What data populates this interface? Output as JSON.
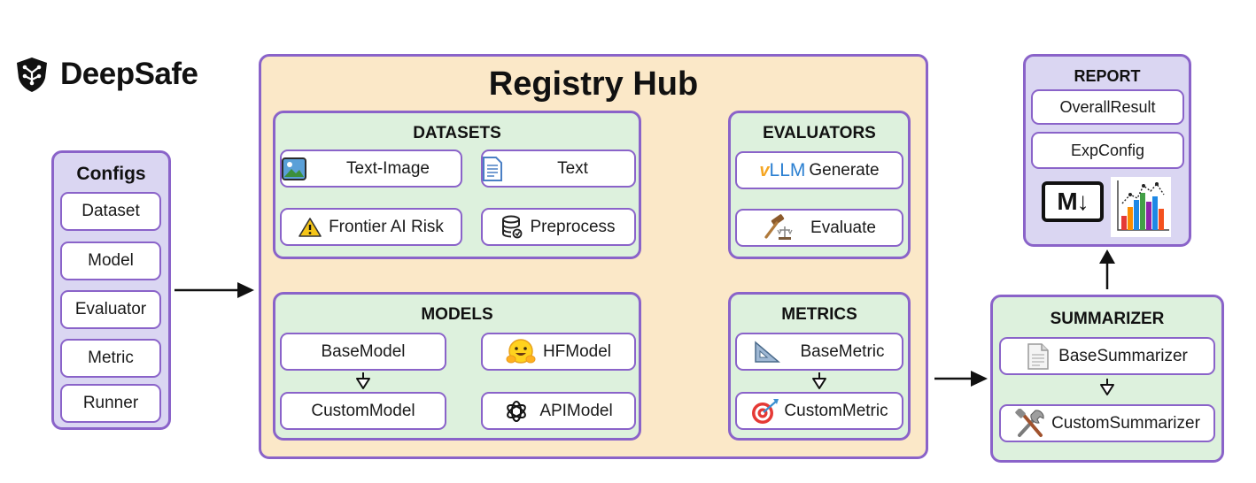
{
  "logo": {
    "text": "DeepSafe"
  },
  "configs": {
    "title": "Configs",
    "items": [
      "Dataset",
      "Model",
      "Evaluator",
      "Metric",
      "Runner"
    ]
  },
  "registry": {
    "title": "Registry Hub",
    "datasets": {
      "title": "DATASETS",
      "text_image": "Text-Image",
      "text": "Text",
      "frontier": "Frontier AI Risk",
      "preprocess": "Preprocess"
    },
    "models": {
      "title": "MODELS",
      "base": "BaseModel",
      "custom": "CustomModel",
      "hf": "HFModel",
      "api": "APIModel"
    },
    "evaluators": {
      "title": "EVALUATORS",
      "vllm_prefix": "v",
      "vllm_brand": "LLM",
      "vllm_text": "Generate",
      "evaluate": "Evaluate"
    },
    "metrics": {
      "title": "METRICS",
      "base": "BaseMetric",
      "custom": "CustomMetric"
    }
  },
  "summarizer": {
    "title": "SUMMARIZER",
    "base": "BaseSummarizer",
    "custom": "CustomSummarizer"
  },
  "report": {
    "title": "REPORT",
    "overall": "OverallResult",
    "expconfig": "ExpConfig",
    "markdown_label": "M↓"
  },
  "colors": {
    "border": "#8a63c9",
    "green_panel": "#ddf1dd",
    "lavender_panel": "#dad6f2",
    "registry_bg": "#fbe8c8"
  }
}
